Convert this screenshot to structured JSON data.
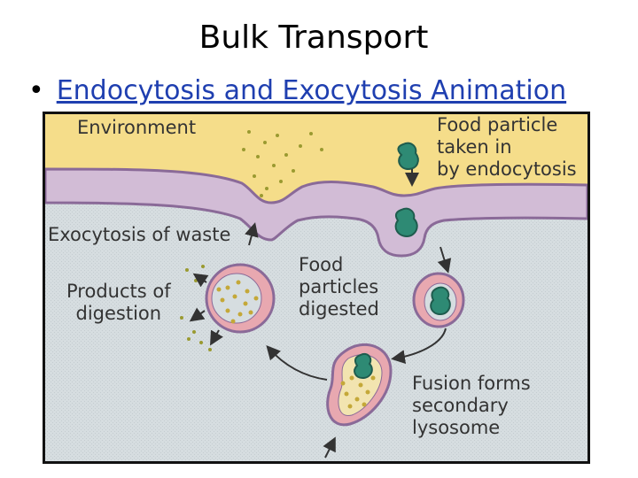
{
  "slide": {
    "title": "Bulk Transport",
    "bullet": "•",
    "link_text": "Endocytosis and Exocytosis Animation"
  },
  "diagram": {
    "labels": {
      "environment": "Environment",
      "food_particle": "Food particle\ntaken in\nby endocytosis",
      "exocytosis": "Exocytosis of waste",
      "products": "Products of\ndigestion",
      "digested": "Food\nparticles\ndigested",
      "fusion": "Fusion forms\nsecondary\nlysosome"
    },
    "colors": {
      "environment": "#f5dd8a",
      "cytoplasm": "#d6dde0",
      "membrane_outer": "#8a6a98",
      "membrane_fill": "#d2bcd6",
      "lysosome_pink": "#e8a8b0",
      "food_particle": "#2e8a74",
      "digestion_dots": "#c4a838",
      "link": "#1f3fb0"
    }
  }
}
